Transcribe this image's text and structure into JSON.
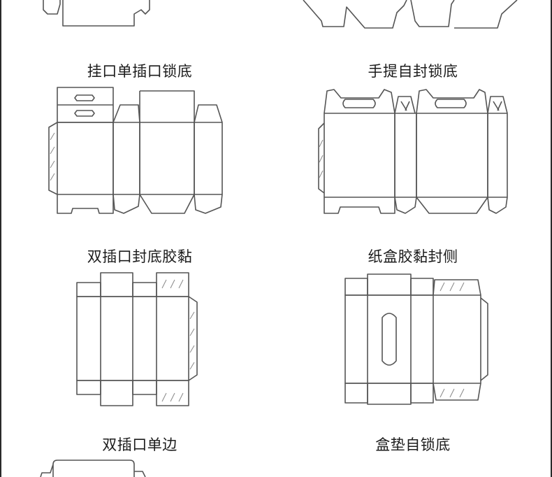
{
  "labels": {
    "hang_tuck_lock_bottom": "挂口单插口锁底",
    "handle_self_lock_bottom": "手提自封锁底",
    "double_tuck_glued_bottom": "双插口封底胶黏",
    "carton_glued_side": "纸盒胶黏封侧",
    "double_tuck_single_side": "双插口单边",
    "tray_self_lock_bottom": "盒垫自锁底"
  }
}
